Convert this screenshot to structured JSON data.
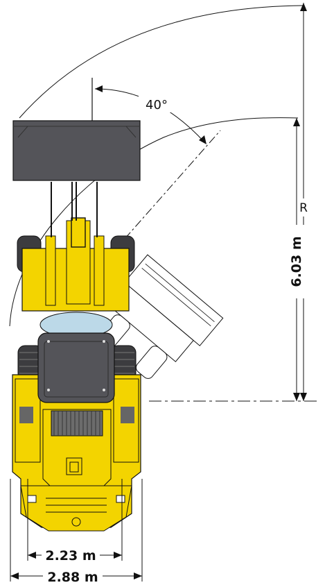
{
  "labels": {
    "angle": "40°",
    "radius": "R",
    "radius_value": "6.03 m",
    "track_width": "2.23 m",
    "overall_width": "2.88 m"
  },
  "colors": {
    "machine_yellow": "#f3d400",
    "bucket": "#545459",
    "tire": "#3c3c3f",
    "cab_glass": "#bcd9e8",
    "line": "#111111"
  }
}
